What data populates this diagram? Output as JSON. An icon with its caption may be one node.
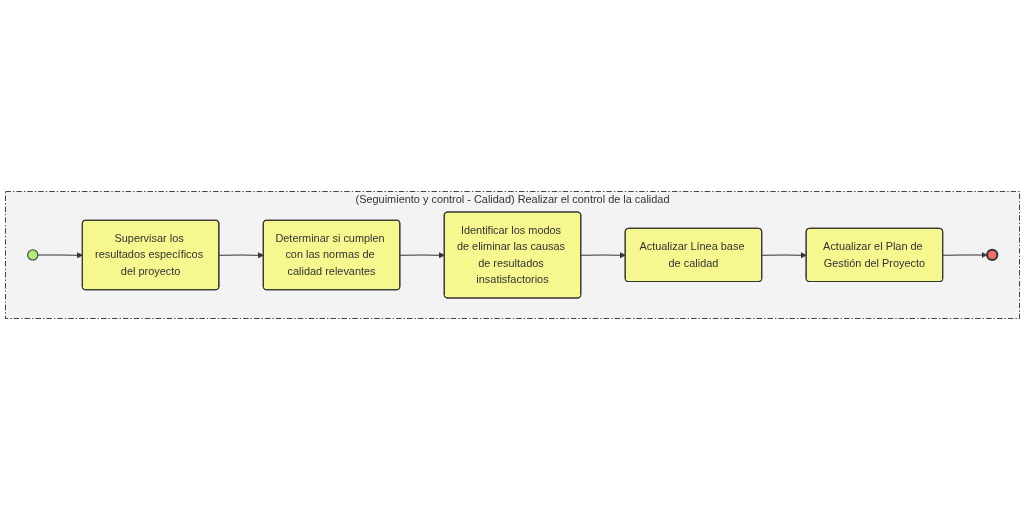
{
  "diagram": {
    "nodes": [
      {
        "text": [
          "(Seguimiento y control - Calidad) Realizar el control de la calidad"
        ]
      },
      {
        "text": [],
        "shape": "circle",
        "in": 0
      },
      {
        "text": [
          "Supervisar los resultados específicos del proyecto"
        ],
        "in": 0
      },
      {
        "text": [
          "Determinar si cumplen con las normas de calidad relevantes"
        ],
        "in": 0
      },
      {
        "text": [
          "Identificar los modos de eliminar las causas de resultados insatisfactorios"
        ],
        "in": 0
      },
      {
        "text": [
          "Actualizar Línea base de calidad"
        ],
        "in": 0
      },
      {
        "text": [
          "Actualizar el Plan de Gestión del Proyecto"
        ],
        "in": 0
      },
      {
        "text": [],
        "shape": "circle",
        "in": 0
      }
    ],
    "edges": [
      {
        "from": 1,
        "to": 2,
        "arrow": "to"
      },
      {
        "from": 2,
        "to": 3,
        "arrow": "to"
      },
      {
        "from": 3,
        "to": 4,
        "arrow": "to"
      },
      {
        "from": 4,
        "to": 5,
        "arrow": "to"
      },
      {
        "from": 5,
        "to": 6,
        "arrow": "to"
      },
      {
        "from": 6,
        "to": 7,
        "arrow": "to"
      }
    ]
  }
}
